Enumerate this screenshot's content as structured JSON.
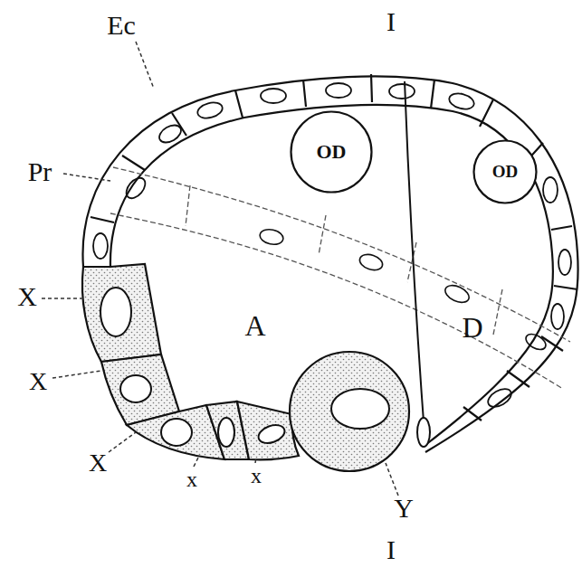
{
  "diagram": {
    "nodes": [
      {
        "text": [
          "OD"
        ]
      },
      {
        "text": [
          "OD"
        ]
      }
    ],
    "labels": [
      "I",
      "Ec",
      "Pr",
      "X",
      "A",
      "D",
      "X",
      "X",
      "x",
      "x",
      "Y",
      "I"
    ]
  }
}
